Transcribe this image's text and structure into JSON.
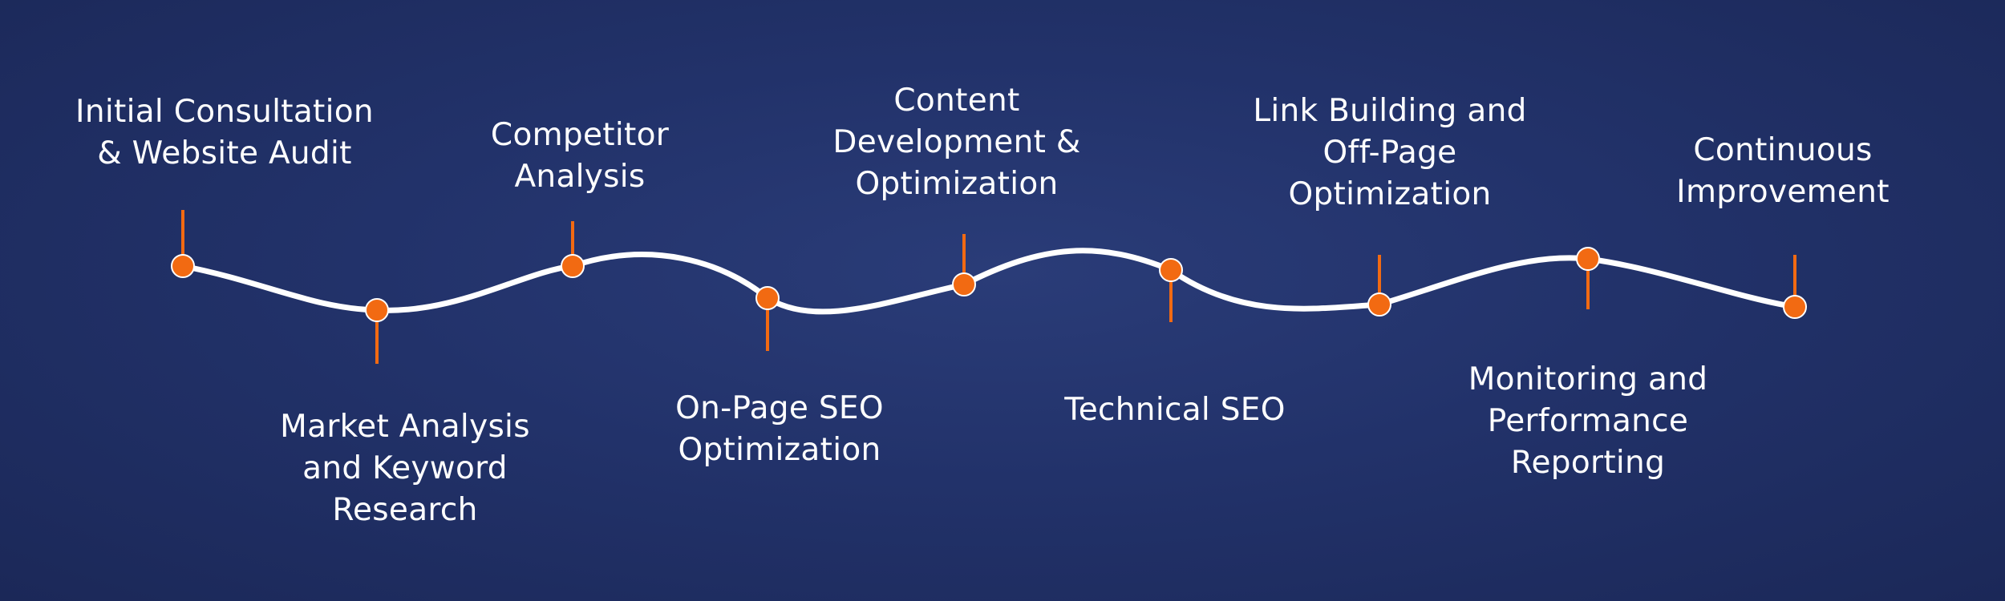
{
  "colors": {
    "background": "#22326a",
    "curve": "#ffffff",
    "marker": "#f26a12"
  },
  "steps": [
    {
      "label": "Initial Consultation\n& Website Audit"
    },
    {
      "label": "Market Analysis\nand Keyword\nResearch"
    },
    {
      "label": "Competitor\nAnalysis"
    },
    {
      "label": "On-Page SEO\nOptimization"
    },
    {
      "label": "Content\nDevelopment &\nOptimization"
    },
    {
      "label": "Technical SEO"
    },
    {
      "label": "Link Building and\nOff-Page\nOptimization"
    },
    {
      "label": "Monitoring and\nPerformance\nReporting"
    },
    {
      "label": "Continuous\nImprovement"
    }
  ]
}
